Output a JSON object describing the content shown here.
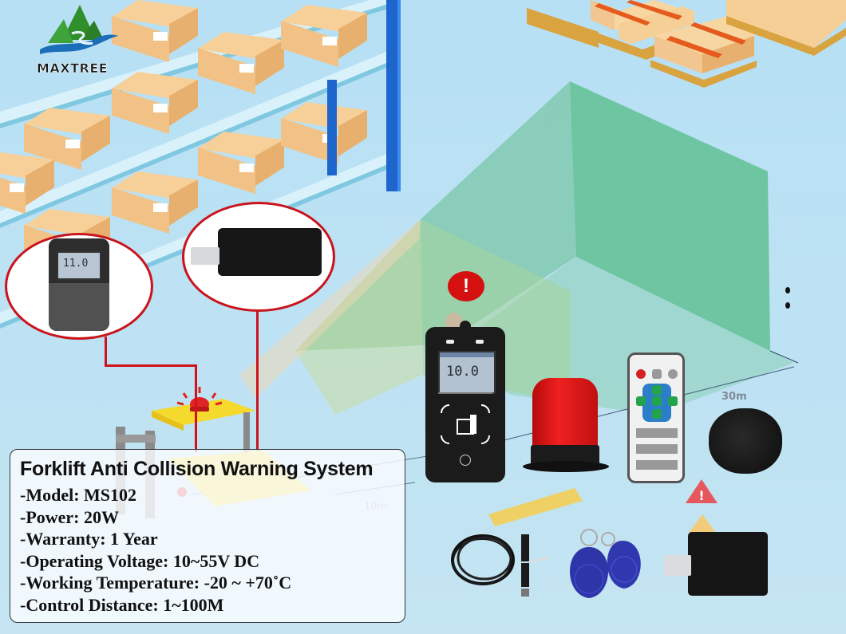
{
  "brand": {
    "name": "MAXTREE",
    "logo_icon": "mountain-river-logo-icon",
    "colors": {
      "green": "#2e8b2e",
      "blue": "#1a6fb8"
    }
  },
  "product": {
    "title": "Forklift Anti Collision Warning System",
    "specs": [
      "-Model: MS102",
      "-Power: 20W",
      "-Warranty: 1 Year",
      "-Operating Voltage: 10~55V DC",
      "-Working Temperature: -20 ~ +70˚C",
      "-Control Distance: 1~100M"
    ]
  },
  "scene": {
    "distance_labels": {
      "near": "10m",
      "far": "30m"
    },
    "alert_icon": "exclamation-circle-icon",
    "warning_icon": "warning-triangle-icon"
  },
  "device": {
    "display_main": "10.0",
    "display_callout": "11.0"
  },
  "accessories": [
    {
      "name": "display-terminal",
      "icon": "terminal-device-icon"
    },
    {
      "name": "strobe-alarm-light",
      "icon": "red-beacon-icon"
    },
    {
      "name": "ir-remote-control",
      "icon": "remote-control-icon"
    },
    {
      "name": "antenna-receiver",
      "icon": "antenna-puck-icon"
    },
    {
      "name": "power-cable",
      "icon": "cable-coil-icon"
    },
    {
      "name": "rfid-key-tags",
      "icon": "rfid-keyfob-icon"
    },
    {
      "name": "tag-module",
      "icon": "tag-module-icon"
    }
  ],
  "colors": {
    "sky": "#b7e0f4",
    "zone_green": "#5fbf93",
    "callout_red": "#c9141d",
    "box_tan": "#f1c185",
    "rack_blue": "#1e66cc"
  }
}
